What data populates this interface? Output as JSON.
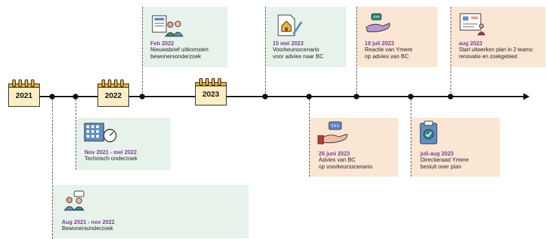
{
  "years": [
    "2021",
    "2022",
    "2023"
  ],
  "events": [
    {
      "id": "aug2021",
      "date": "Aug  2021 - nov 2022",
      "lines": [
        "Bewonersonderzoek"
      ]
    },
    {
      "id": "nov2021",
      "date": "Nov 2021 - mei 2022",
      "lines": [
        "Technisch onderzoek"
      ]
    },
    {
      "id": "feb2022",
      "date": "Feb 2022",
      "lines": [
        "Nieuwsbrief uitkomsten",
        "bewonersonderzoek"
      ]
    },
    {
      "id": "mei2023",
      "date": "15 mei 2023",
      "lines": [
        "Voorkeursscenario",
        "voor advies naar BC"
      ]
    },
    {
      "id": "jun2023",
      "date": "26 juni 2023",
      "lines": [
        "Advies van BC",
        "op voorkeursscenario"
      ]
    },
    {
      "id": "jul2023",
      "date": "10 juli 2023",
      "lines": [
        "Reactie van Ymere",
        "op advies van BC"
      ]
    },
    {
      "id": "julaug2023",
      "date": "juli-aug 2023",
      "lines": [
        "Directieraad Ymere",
        "besluit over plan"
      ]
    },
    {
      "id": "aug2023",
      "date": "aug 2023",
      "lines": [
        "Start uitwerken plan in 2 teams:",
        "renovatie en zoekgebied"
      ]
    }
  ],
  "colors": {
    "date": "#7a3c96",
    "green_card": "#e6f2ea",
    "peach_card": "#fbe6d3",
    "calendar": "#fbeec2",
    "calendar_band": "#f2b233"
  },
  "icons": [
    "calendar-icon",
    "people-icon",
    "building-gauge-icon",
    "newsletter-people-icon",
    "house-document-icon",
    "hand-chat-icon",
    "clipboard-check-icon",
    "planning-board-icon"
  ]
}
